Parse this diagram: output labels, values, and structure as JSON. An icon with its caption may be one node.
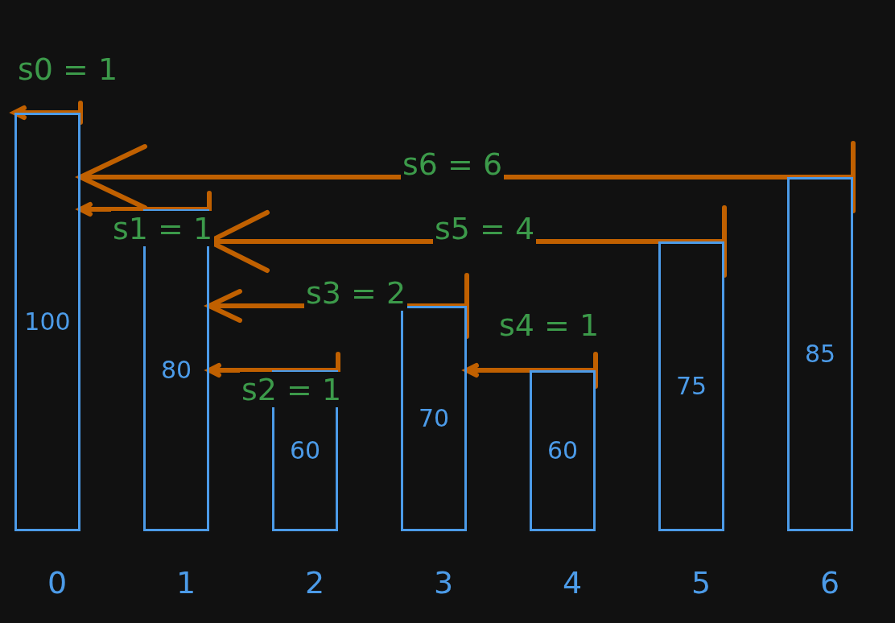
{
  "diagram": {
    "nodes": [
      {
        "text": [
          "100"
        ],
        "beside": [
          "0"
        ]
      },
      {
        "text": [
          "80"
        ],
        "beside": [
          "1"
        ]
      },
      {
        "text": [
          "60"
        ],
        "beside": [
          "2"
        ]
      },
      {
        "text": [
          "70"
        ],
        "beside": [
          "3"
        ]
      },
      {
        "text": [
          "60"
        ],
        "beside": [
          "4"
        ]
      },
      {
        "text": [
          "75"
        ],
        "beside": [
          "5"
        ]
      },
      {
        "text": [
          "85"
        ],
        "beside": [
          "6"
        ]
      }
    ],
    "edges": [
      {
        "from": 0,
        "to": null,
        "arrow": "to",
        "label": "s0 = 1",
        "color": "#c06000"
      },
      {
        "from": 6,
        "to": 0,
        "arrow": "to",
        "label": "s6 = 6",
        "color": "#c06000"
      },
      {
        "from": 1,
        "to": 0,
        "arrow": "to",
        "label": "s1 = 1",
        "color": "#c06000"
      },
      {
        "from": 5,
        "to": 1,
        "arrow": "to",
        "label": "s5 = 4",
        "color": "#c06000"
      },
      {
        "from": 3,
        "to": 1,
        "arrow": "to",
        "label": "s3 = 2",
        "color": "#c06000"
      },
      {
        "from": 4,
        "to": 3,
        "arrow": "to",
        "label": "s4 = 1",
        "color": "#c06000"
      },
      {
        "from": 2,
        "to": 1,
        "arrow": "to",
        "label": "s2 = 1",
        "color": "#c06000"
      }
    ]
  }
}
